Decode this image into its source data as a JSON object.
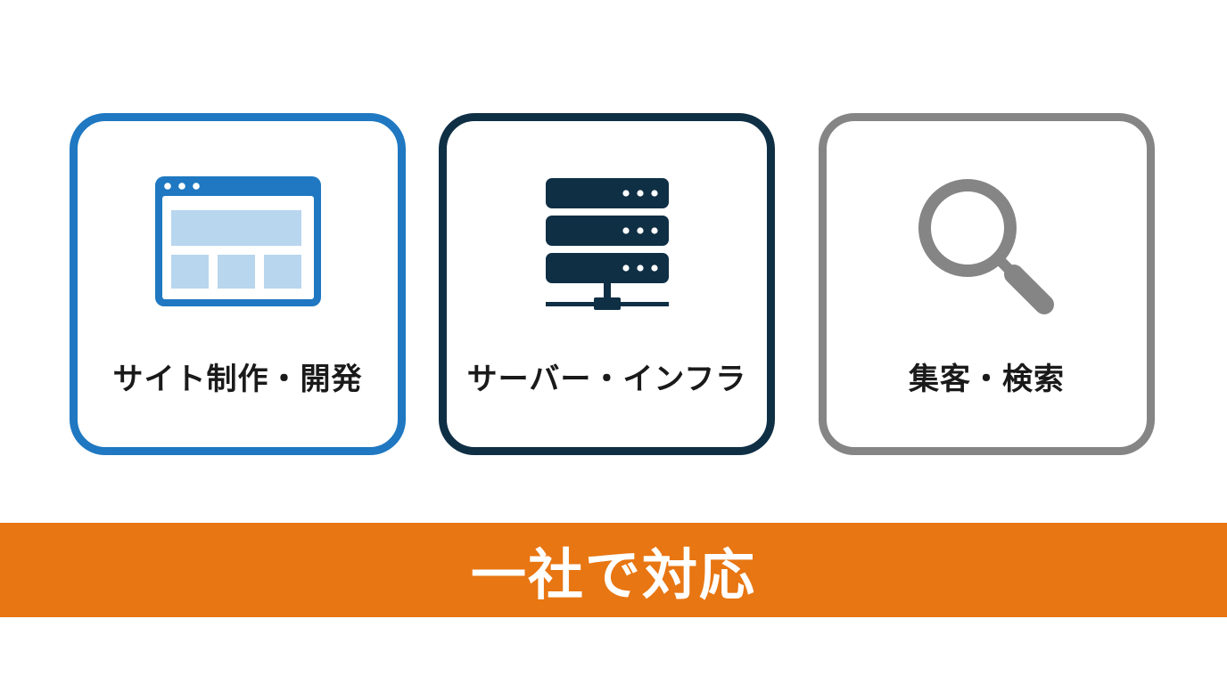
{
  "colors": {
    "web": "#1f78c1",
    "web_light": "#b8d6ee",
    "server": "#0f2f45",
    "seo": "#858585",
    "banner": "#e87612"
  },
  "cards": [
    {
      "label": "サイト制作・開発",
      "icon": "browser-window-icon"
    },
    {
      "label": "サーバー・インフラ",
      "icon": "server-rack-icon"
    },
    {
      "label": "集客・検索",
      "icon": "magnifying-glass-icon"
    }
  ],
  "banner": {
    "text": "一社で対応"
  }
}
